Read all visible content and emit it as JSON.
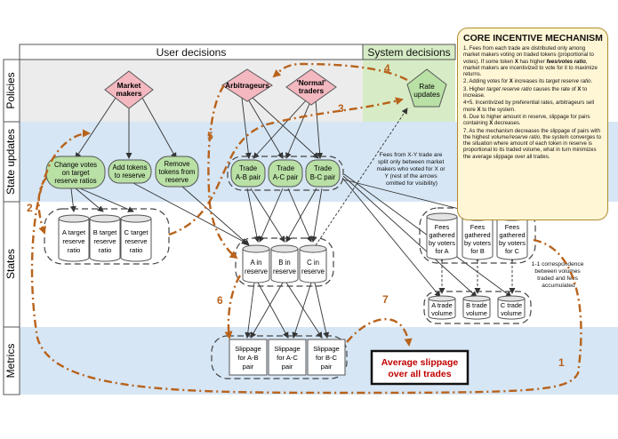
{
  "headers": {
    "user_decisions": "User decisions",
    "system_decisions": "System decisions"
  },
  "rows": {
    "policies": "Policies",
    "state_updates": "State updates",
    "states": "States",
    "metrics": "Metrics"
  },
  "policies": {
    "market_makers": [
      "Market",
      "makers"
    ],
    "arbitrageurs": [
      "Arbitrageurs"
    ],
    "normal_traders": [
      "'Normal'",
      "traders"
    ],
    "rate_updates": [
      "Rate",
      "updates"
    ]
  },
  "state_updates": {
    "change_votes": [
      "Change votes",
      "on target",
      "reserve ratios"
    ],
    "add_tokens": [
      "Add tokens",
      "to reserve"
    ],
    "remove_tokens": [
      "Remove",
      "tokens from",
      "reserve"
    ],
    "trade_ab": [
      "Trade",
      "A-B pair"
    ],
    "trade_ac": [
      "Trade",
      "A-C pair"
    ],
    "trade_bc": [
      "Trade",
      "B-C pair"
    ]
  },
  "states": {
    "target_a": [
      "A target",
      "reserve",
      "ratio"
    ],
    "target_b": [
      "B target",
      "reserve",
      "ratio"
    ],
    "target_c": [
      "C target",
      "reserve",
      "ratio"
    ],
    "reserve_a": [
      "A in",
      "reserve"
    ],
    "reserve_b": [
      "B in",
      "reserve"
    ],
    "reserve_c": [
      "C in",
      "reserve"
    ],
    "fees_a": [
      "Fees",
      "gathered",
      "by voters",
      "for A"
    ],
    "fees_b": [
      "Fees",
      "gathered",
      "by voters",
      "for B"
    ],
    "fees_c": [
      "Fees",
      "gathered",
      "by voters",
      "for C"
    ],
    "volume_a": [
      "A trade",
      "volume"
    ],
    "volume_b": [
      "B trade",
      "volume"
    ],
    "volume_c": [
      "C trade",
      "volume"
    ]
  },
  "metrics": {
    "slippage_ab": [
      "Slippage",
      "for A-B",
      "pair"
    ],
    "slippage_ac": [
      "Slippage",
      "for A-C",
      "pair"
    ],
    "slippage_bc": [
      "Slippage",
      "for B-C",
      "pair"
    ],
    "average_slippage": [
      "Average slippage",
      "over all trades"
    ]
  },
  "annotations": {
    "fees_split": [
      "Fees from X-Y trade are",
      "split only between market",
      "makers who voted for X or",
      "Y (rest of the arrows",
      "omitted for visibility)"
    ],
    "correspondence": [
      "1-1 correspondence",
      "between volumes",
      "traded and fees",
      "accumulated"
    ]
  },
  "step_numbers": {
    "n1": "1",
    "n2": "2",
    "n3": "3",
    "n4": "4",
    "n5": "5",
    "n6": "6",
    "n7": "7"
  },
  "mechanism": {
    "title": "CORE INCENTIVE MECHANISM",
    "p1_a": "1. Fees from each trade are distributed only among market makers voting on traded tokens (proportional to votes). If some token ",
    "p1_b": "X",
    "p1_c": " has higher ",
    "p1_d": "fees/votes ratio",
    "p1_e": ", market makers are incentivized to vote for it to maximize returns.",
    "p2_a": "2. Adding votes for ",
    "p2_b": "X",
    "p2_c": " increases its ",
    "p2_d": "target reserve ratio",
    "p2_e": ".",
    "p3_a": "3. Higher ",
    "p3_b": "target reserve ratio",
    "p3_c": " causes the rate of ",
    "p3_d": "X",
    "p3_e": " to increase.",
    "p45_a": "4+5. Incentivized by preferential rates, arbitrageurs sell more ",
    "p45_b": "X",
    "p45_c": " to the system.",
    "p6_a": "6. Due to higher amount in reserve, slippage for pairs containing ",
    "p6_b": "X",
    "p6_c": " decreases.",
    "p7_a": "7. As the mechanism decreases the slippage of pairs with the highest ",
    "p7_b": "volume/reserve ratio",
    "p7_c": ", the system converges to the situation where amount of each token in reserve is proportional to its traded volume, what in turn minimizes the average slippage over all trades."
  },
  "colors": {
    "band_blue": "#d6e6f5",
    "band_gray": "#ececec",
    "system_green": "#d7ecc6",
    "policy_pink": "#f4b8c0",
    "update_green": "#b9e0a5",
    "step_arrow": "#b8621b",
    "mechanism_bg": "#fff6d6"
  }
}
